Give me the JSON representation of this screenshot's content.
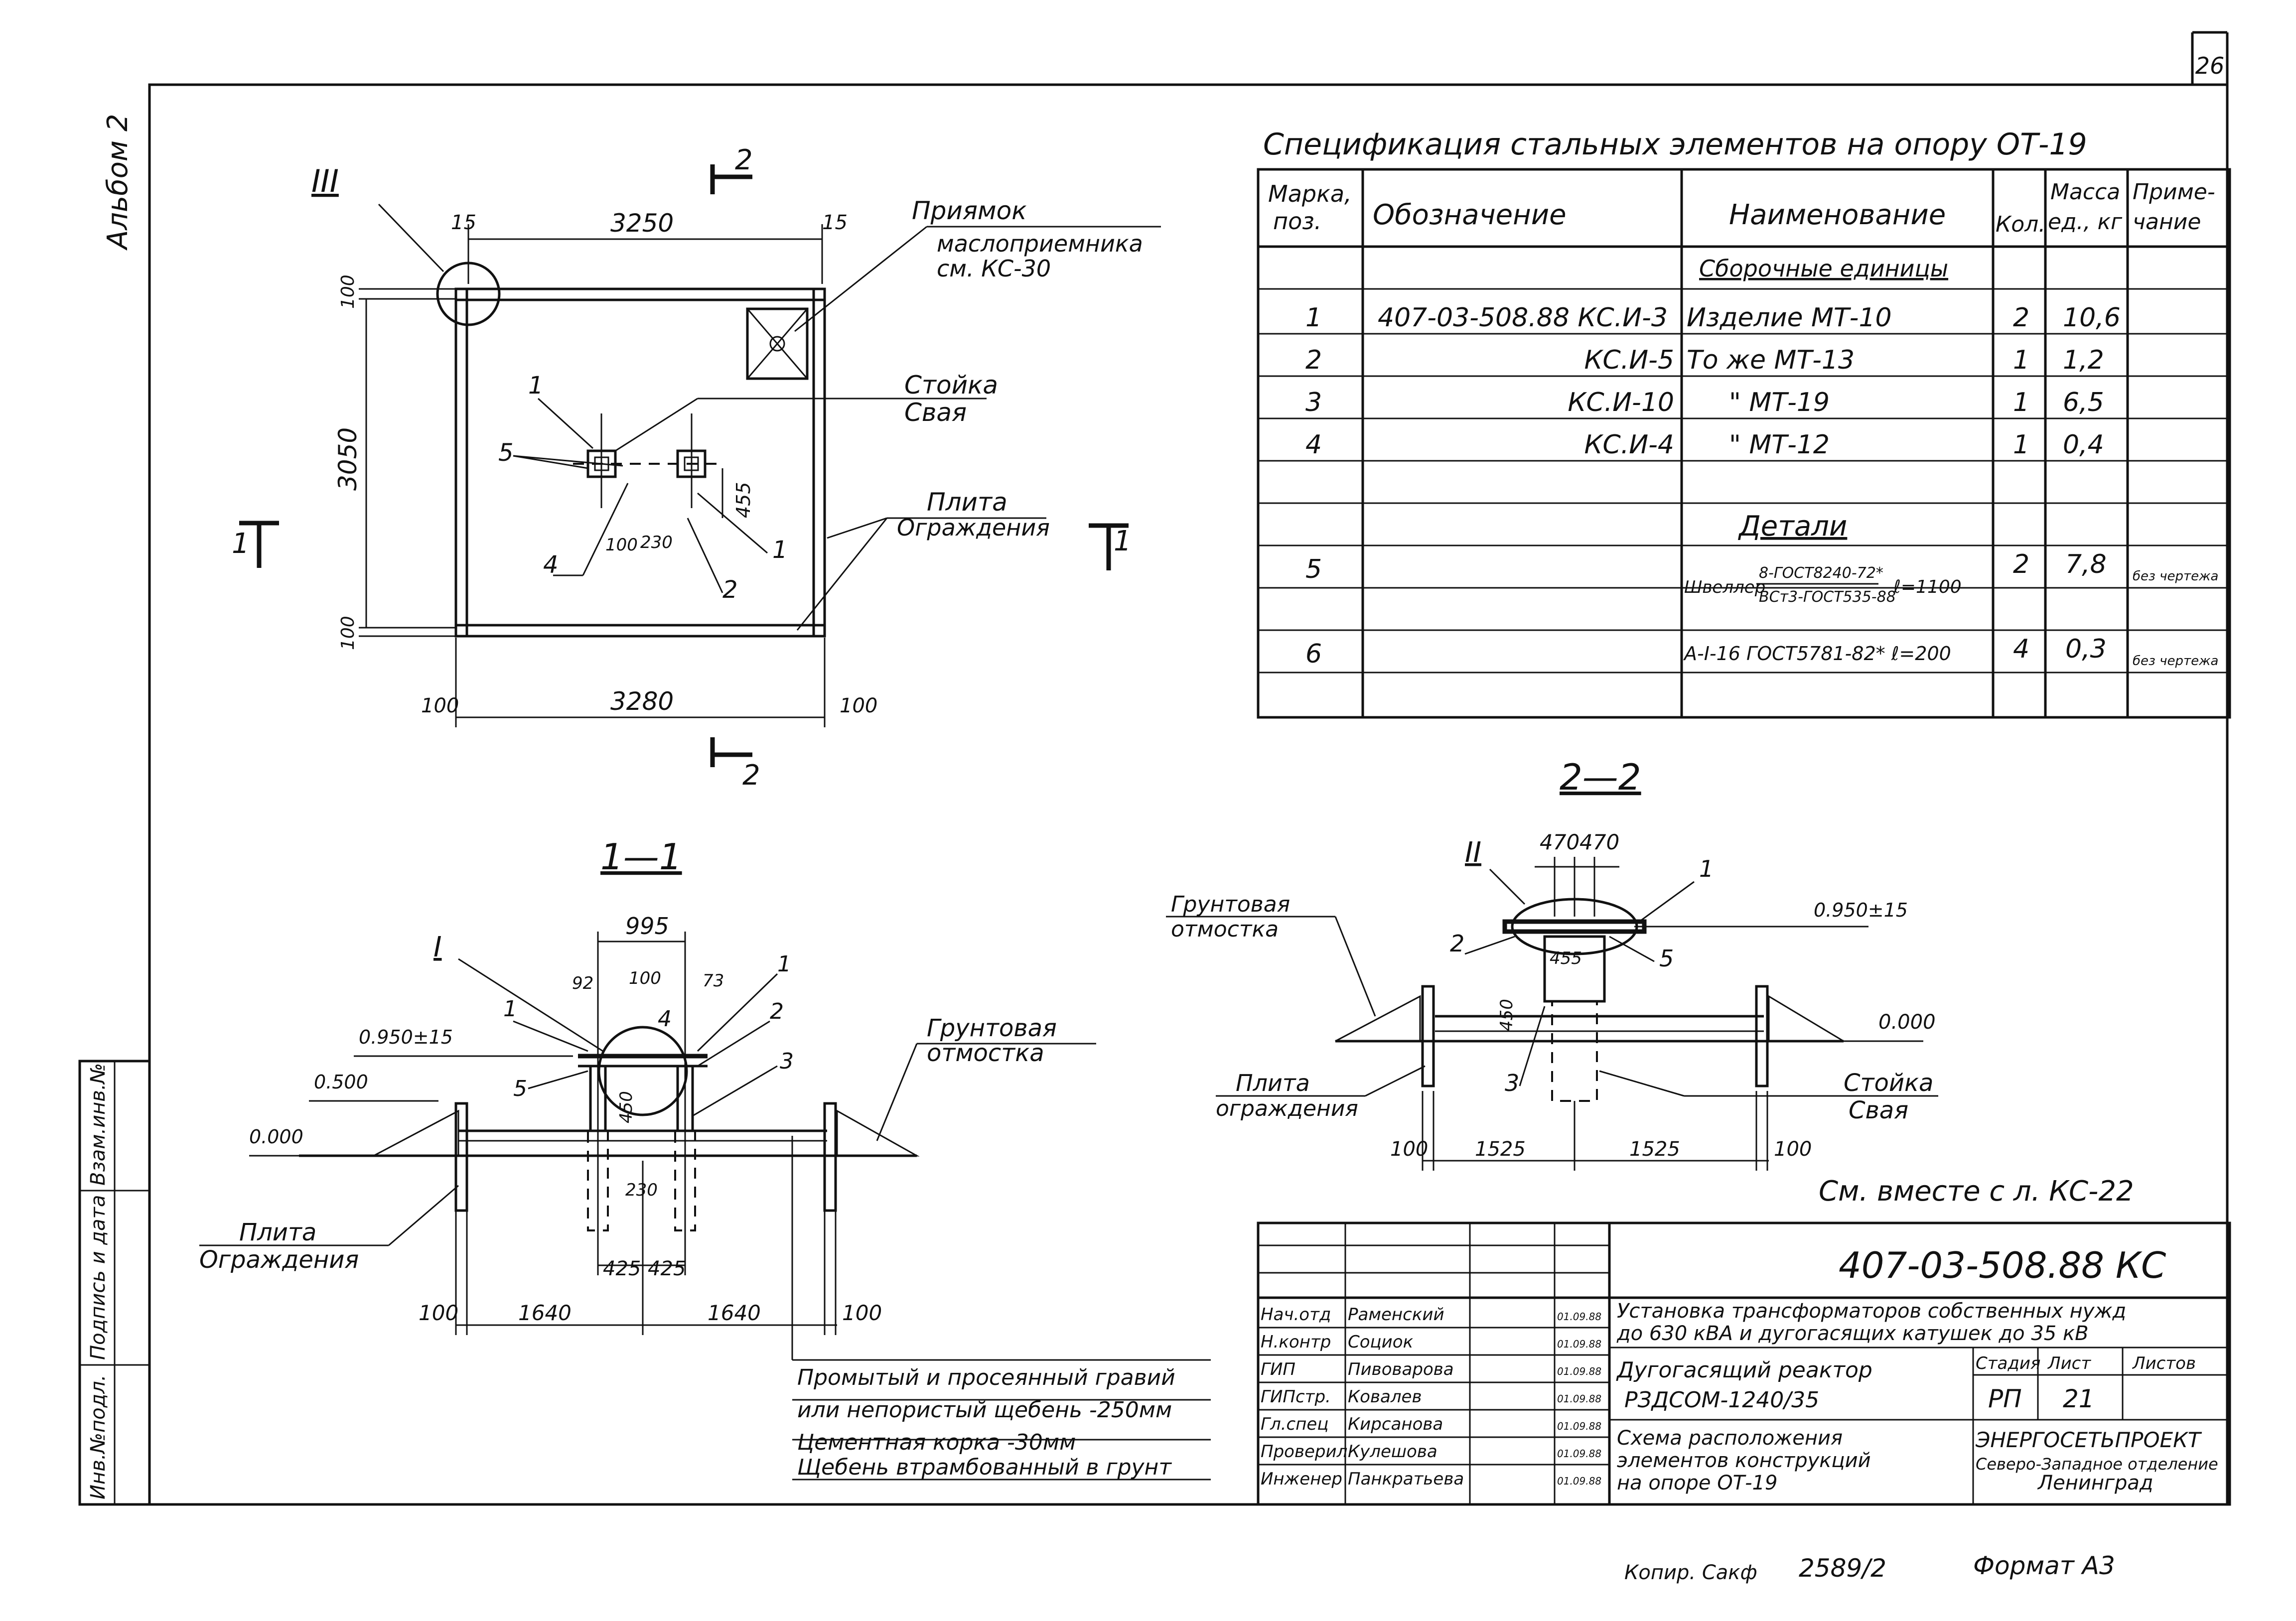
{
  "sheet": {
    "page_number": "26",
    "album": "Альбом 2",
    "see_also": "См. вместе с л. КС-22",
    "footer": {
      "copied": "Копир. Сакф",
      "order": "2589/2",
      "format": "Формат А3"
    }
  },
  "spec": {
    "title": "Спецификация стальных элементов на опору ОТ-19",
    "headers": {
      "mark": "Марка, поз.",
      "designation": "Обозначение",
      "name": "Наименование",
      "qty": "Кол.",
      "mass": "Масса ед., кг",
      "note": "Приме-чание"
    },
    "section_assembly": "Сборочные единицы",
    "section_details": "Детали",
    "rows": [
      {
        "mark": "1",
        "designation": "407-03-508.88 КС.И-3",
        "name": "Изделие  МТ-10",
        "qty": "2",
        "mass": "10,6",
        "note": ""
      },
      {
        "mark": "2",
        "designation": "КС.И-5",
        "name": "То же   МТ-13",
        "qty": "1",
        "mass": "1,2",
        "note": ""
      },
      {
        "mark": "3",
        "designation": "КС.И-10",
        "name": "\"     МТ-19",
        "qty": "1",
        "mass": "6,5",
        "note": ""
      },
      {
        "mark": "4",
        "designation": "КС.И-4",
        "name": "\"     МТ-12",
        "qty": "1",
        "mass": "0,4",
        "note": ""
      },
      {
        "mark": "5",
        "designation": "",
        "name_prefix": "Швеллер",
        "name_num": "8-ГОСТ8240-72*",
        "name_den": "ВСт3-ГОСТ535-88",
        "name_suffix": "ℓ=1100",
        "qty": "2",
        "mass": "7,8",
        "note": "без чертежа"
      },
      {
        "mark": "6",
        "designation": "",
        "name": "А-I-16 ГОСТ5781-82*  ℓ=200",
        "qty": "4",
        "mass": "0,3",
        "note": "без чертежа"
      }
    ]
  },
  "plan": {
    "callout_III": "III",
    "section_mark_1": "1",
    "section_mark_2": "2",
    "dims": {
      "top": "3250",
      "bottom": "3280",
      "left": "3050",
      "edge15": "15",
      "edge100": "100",
      "d455": "455",
      "d100": "100",
      "d230": "230"
    },
    "labels": {
      "pit_title": "Приямок",
      "pit_line1": "маслоприемника",
      "pit_line2": "см. КС-30",
      "post": "Стойка",
      "pile": "Свая",
      "slab": "Плита",
      "fence": "Ограждения"
    },
    "pos": {
      "p1": "1",
      "p2": "2",
      "p4": "4",
      "p5": "5"
    }
  },
  "section11": {
    "title": "1—1",
    "callout_I": "I",
    "dims": {
      "top": "995",
      "d92": "92",
      "d100": "100",
      "d73": "73",
      "d450": "450",
      "d230": "230",
      "d425a": "425",
      "d425b": "425",
      "b100a": "100",
      "b1640a": "1640",
      "b1640b": "1640",
      "b100b": "100"
    },
    "levels": {
      "l0950": "0.950±15",
      "l0500": "0.500",
      "l0000": "0.000"
    },
    "labels": {
      "blind1": "Грунтовая",
      "blind2": "отмостка",
      "slab1": "Плита",
      "slab2": "Ограждения"
    },
    "pos": {
      "p1a": "1",
      "p1b": "1",
      "p2": "2",
      "p3": "3",
      "p4": "4",
      "p5": "5"
    },
    "layers": [
      "Промытый и просеянный гравий",
      "или непористый щебень -250мм",
      "Цементная корка -30мм",
      "Щебень втрамбованный в грунт"
    ]
  },
  "section22": {
    "title": "2—2",
    "callout_II": "II",
    "dims": {
      "d470a": "470",
      "d470b": "470",
      "d455": "455",
      "d450": "450",
      "b100a": "100",
      "b1525a": "1525",
      "b1525b": "1525",
      "b100b": "100"
    },
    "levels": {
      "l0950": "0.950±15",
      "l0000": "0.000"
    },
    "labels": {
      "blind1": "Грунтовая",
      "blind2": "отмостка",
      "slab1": "Плита",
      "slab2": "ограждения",
      "post": "Стойка",
      "pile": "Свая"
    },
    "pos": {
      "p1": "1",
      "p2": "2",
      "p3": "3",
      "p5": "5"
    }
  },
  "stamp": {
    "code": "407-03-508.88 КС",
    "staff": [
      {
        "role": "Нач.отд",
        "name": "Раменский",
        "date": "01.09.88"
      },
      {
        "role": "Н.контр",
        "name": "Социок",
        "date": "01.09.88"
      },
      {
        "role": "ГИП",
        "name": "Пивоварова",
        "date": "01.09.88"
      },
      {
        "role": "ГИПстр.",
        "name": "Ковалев",
        "date": "01.09.88"
      },
      {
        "role": "Гл.спец",
        "name": "Кирсанова",
        "date": "01.09.88"
      },
      {
        "role": "Проверил",
        "name": "Кулешова",
        "date": "01.09.88"
      },
      {
        "role": "Инженер",
        "name": "Панкратьева",
        "date": "01.09.88"
      }
    ],
    "project_line1": "Установка трансформаторов собственных нужд",
    "project_line2": "до 630 кВА и дугогасящих катушек до 35 кВ",
    "object_line1": "Дугогасящий реактор",
    "object_line2": "РЗДСОМ-1240/35",
    "sheet_line1": "Схема расположения",
    "sheet_line2": "элементов конструкций",
    "sheet_line3": "на опоре ОТ-19",
    "stage_label": "Стадия",
    "sheet_label": "Лист",
    "sheets_label": "Листов",
    "stage": "РП",
    "sheet_no": "21",
    "org1": "ЭНЕРГОСЕТЬПРОЕКТ",
    "org2": "Северо-Западное отделение",
    "org3": "Ленинград"
  },
  "side_stamp": {
    "inv_orig": "Инв.№подл.",
    "sign_date": "Подпись и дата",
    "inv_replace": "Взам.инв.№"
  }
}
